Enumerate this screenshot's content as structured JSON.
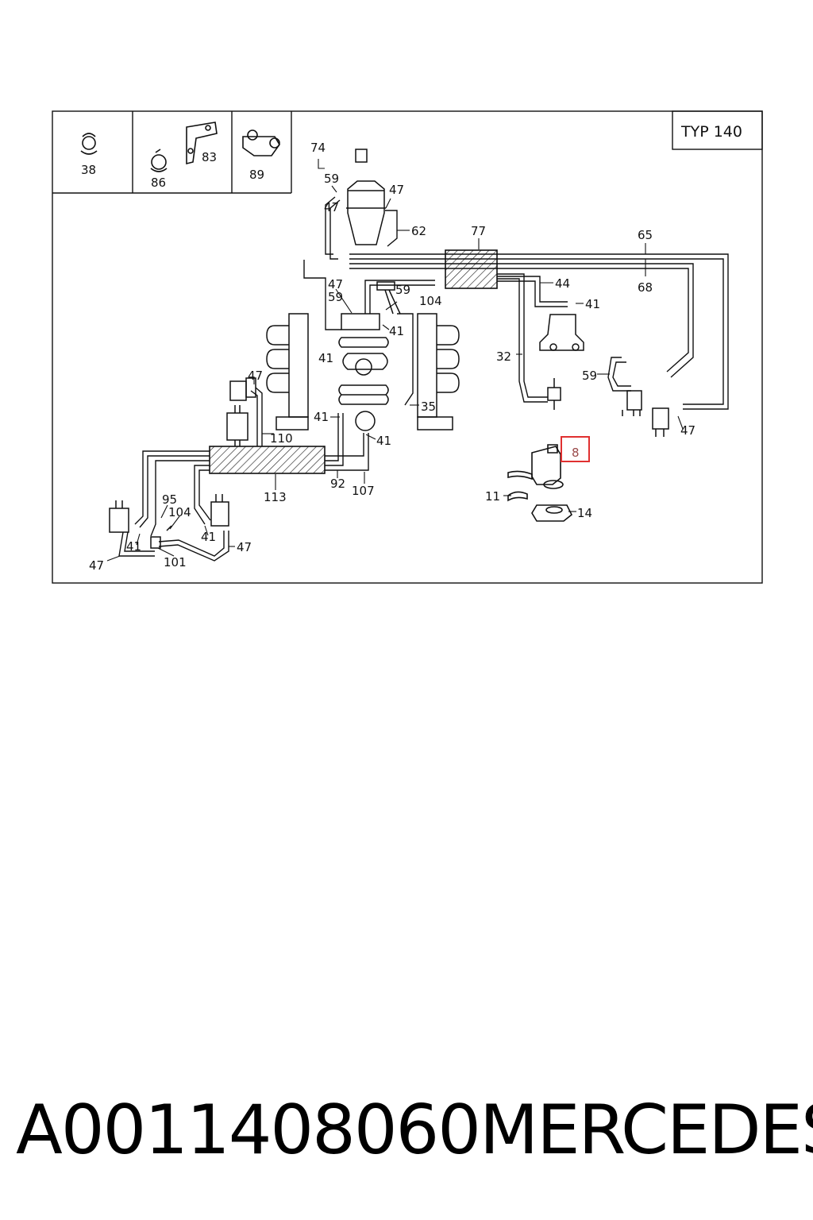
{
  "diagram": {
    "type_label": "TYP 140",
    "highlight_color": "#e03030",
    "inset_labels": [
      "38",
      "86",
      "83",
      "89"
    ],
    "labels": {
      "p74": "74",
      "p59a": "59",
      "p47a": "47",
      "p47b": "47",
      "p62": "62",
      "p77": "77",
      "p65": "65",
      "p68": "68",
      "p44": "44",
      "p41a": "41",
      "p47c": "47",
      "p59b": "59",
      "p59c": "59",
      "p104a": "104",
      "p41b": "41",
      "p41c": "41",
      "p32": "32",
      "p59d": "59",
      "p47d": "47",
      "p47e": "47",
      "p110": "110",
      "p41d": "41",
      "p35": "35",
      "p41e": "41",
      "p8": "8",
      "p92": "92",
      "p107": "107",
      "p113": "113",
      "p11": "11",
      "p14": "14",
      "p95": "95",
      "p104b": "104",
      "p41f": "41",
      "p41g": "41",
      "p47f": "47",
      "p47g": "47",
      "p101": "101"
    }
  },
  "caption": {
    "part_number": "A0011408060",
    "brand": "MERCEDES"
  }
}
